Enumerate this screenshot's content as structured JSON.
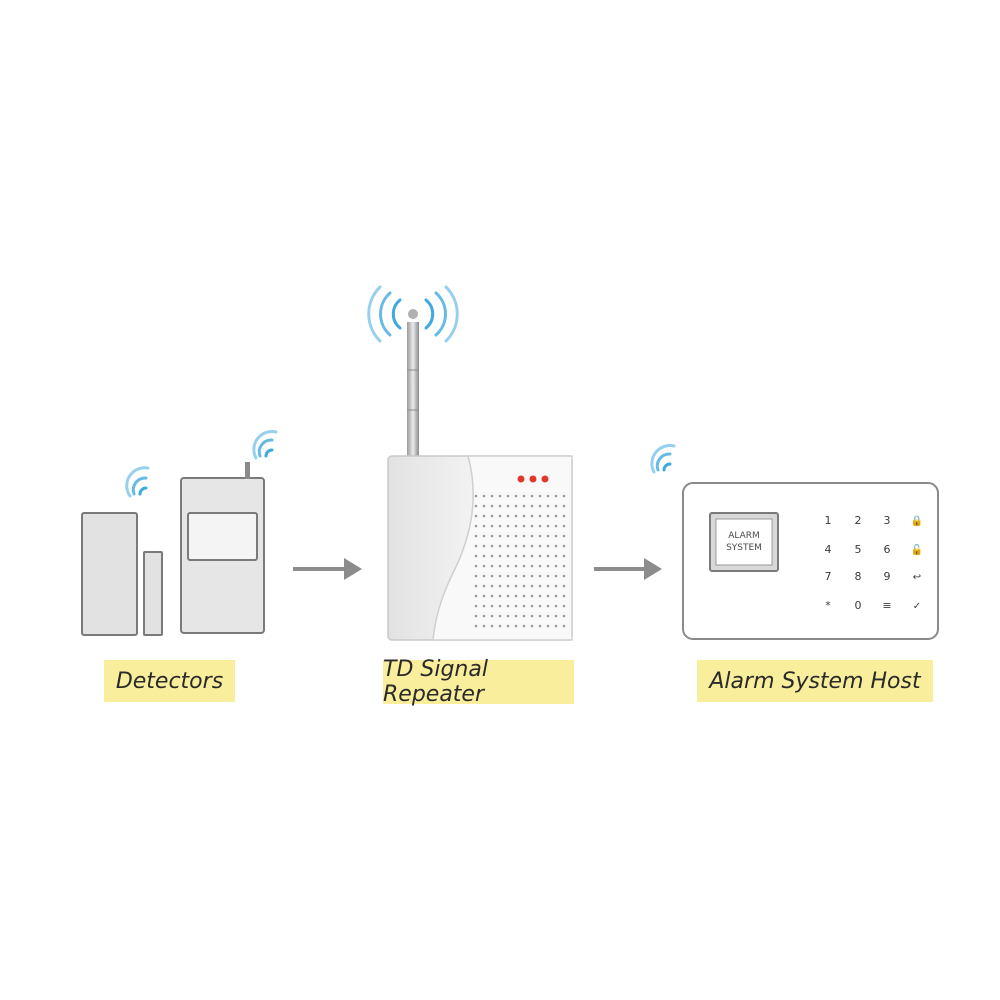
{
  "labels": {
    "detectors": "Detectors",
    "repeater": "TD Signal Repeater",
    "host": "Alarm System Host"
  },
  "host_screen": {
    "line1": "ALARM",
    "line2": "SYSTEM"
  },
  "keypad": [
    [
      "1",
      "2",
      "3",
      "🔒"
    ],
    [
      "4",
      "5",
      "6",
      "🔓"
    ],
    [
      "7",
      "8",
      "9",
      "↩"
    ],
    [
      "*",
      "0",
      "≡",
      "✓"
    ]
  ],
  "colors": {
    "signal_wave": "#3fa9e0",
    "device_outline": "#7a7a7a",
    "device_fill": "#e6e6e6",
    "arrow": "#8c8c8c",
    "led": "#e0382b",
    "label_bg": "#f9ee9c"
  }
}
